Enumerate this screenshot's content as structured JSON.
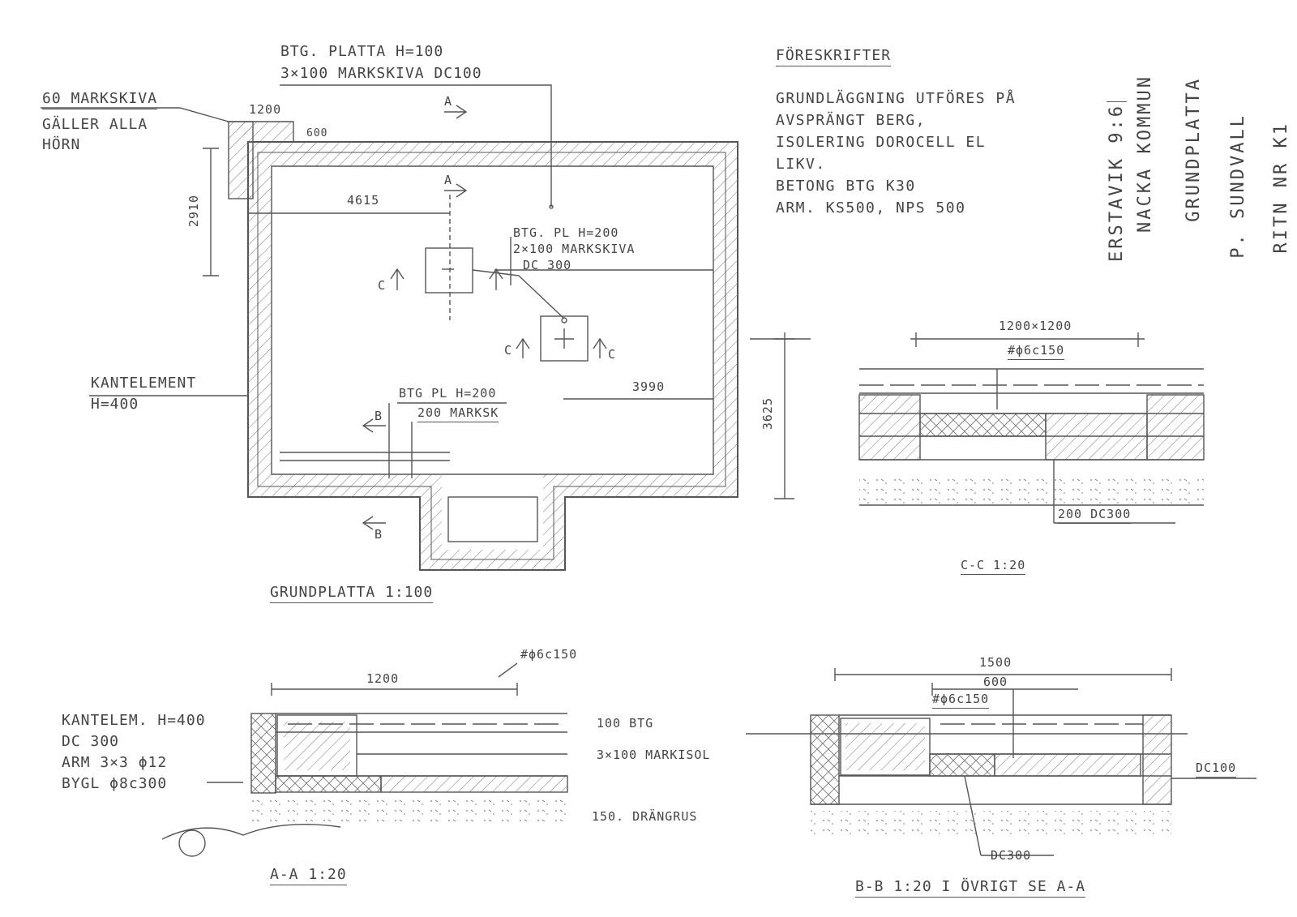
{
  "plan": {
    "title": "GRUNDPLATTA 1:100",
    "slab_main_line1": "BTG. PLATTA H=100",
    "slab_main_line2": "3×100 MARKSKIVA DC100",
    "corner_line1": "60 MARKSKIVA",
    "corner_line2": "GÄLLER ALLA",
    "corner_line3": "HÖRN",
    "corner_dim_1200": "1200",
    "corner_dim_600": "600",
    "dim_2910": "2910",
    "dim_4615": "4615",
    "dim_3990": "3990",
    "dim_3625": "3625",
    "pad_line1": "BTG. PL H=200",
    "pad_line2": "2×100 MARKSKIVA",
    "pad_line3": "DC 300",
    "edge_line1": "KANTELEMENT",
    "edge_line2": "H=400",
    "strip_line1": "BTG PL H=200",
    "strip_line2": "200 MARKSK",
    "marker_a": "A",
    "marker_b": "B",
    "marker_c": "C"
  },
  "notes": {
    "heading": "FÖRESKRIFTER",
    "lines": [
      "GRUNDLÄGGNING UTFÖRES PÅ",
      "AVSPRÄNGT BERG,",
      "ISOLERING DOROCELL EL",
      "LIKV.",
      "BETONG BTG K30",
      "ARM. KS500, NPS 500"
    ]
  },
  "title_block": {
    "project": "ERSTAVIK 9:6",
    "municipality": "NACKA KOMMUN",
    "drawing": "GRUNDPLATTA",
    "author": "P. SUNDVALL",
    "number": "RITN NR K1"
  },
  "section_cc": {
    "title": "C-C 1:20",
    "dim": "1200×1200",
    "rebar": "#ϕ6c150",
    "label": "200 DC300"
  },
  "section_aa": {
    "title": "A-A  1:20",
    "dim": "1200",
    "rebar": "#ϕ6c150",
    "edge_line1": "KANTELEM. H=400",
    "edge_line2": "DC 300",
    "edge_line3": "ARM 3×3 ϕ12",
    "edge_line4": "BYGL ϕ8c300",
    "layer1": "100 BTG",
    "layer2": "3×100 MARKISOL",
    "layer3": "150. DRÄNGRUS"
  },
  "section_bb": {
    "title": "B-B 1:20  I ÖVRIGT SE A-A",
    "dim_1500": "1500",
    "dim_600": "600",
    "rebar": "#ϕ6c150",
    "label_dc100": "DC100",
    "label_dc300": "DC300"
  }
}
